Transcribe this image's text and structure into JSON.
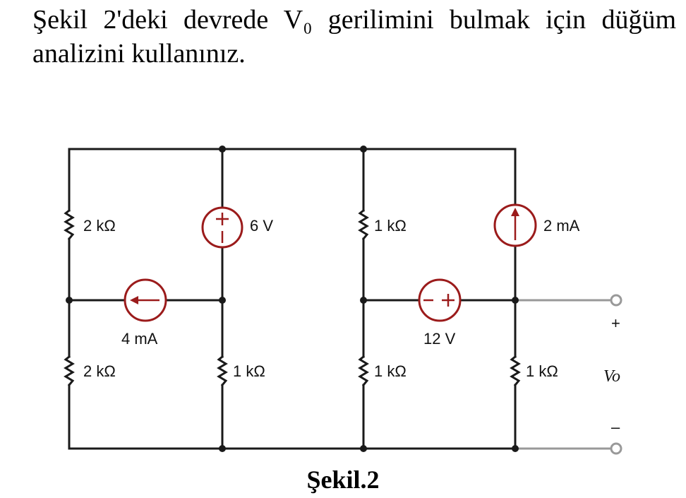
{
  "problem": {
    "text": "Şekil 2'deki devrede V₀ gerilimini bulmak için düğüm analizini kullanınız."
  },
  "figure": {
    "caption": "Şekil.2",
    "labels": {
      "r_top_left": "2 kΩ",
      "v_source_6": "6 V",
      "r_top_mid": "1 kΩ",
      "i_source_2": "2 mA",
      "i_source_4": "4 mA",
      "v_source_12": "12 V",
      "r_bot_left": "2 kΩ",
      "r_bot_mid1": "1 kΩ",
      "r_bot_mid2": "1 kΩ",
      "r_bot_right": "1 kΩ",
      "vo": "Vo",
      "plus": "+",
      "minus": "–"
    },
    "colors": {
      "wire": "#1a1a1a",
      "source": "#9b1b1b",
      "terminal": "#999999"
    }
  }
}
